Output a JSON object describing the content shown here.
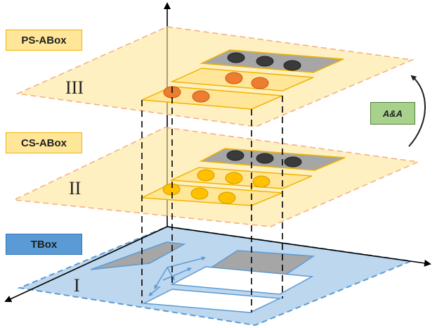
{
  "layers": {
    "ps_abox": {
      "label": "PS-ABox",
      "roman": "III"
    },
    "cs_abox": {
      "label": "CS-ABox",
      "roman": "II"
    },
    "tbox": {
      "label": "TBox",
      "roman": "I"
    }
  },
  "transition": {
    "label": "A&A"
  },
  "colors": {
    "abox_plane": "#ffe699",
    "abox_border": "#f4b183",
    "tbox_plane": "#bdd7ee",
    "tbox_border": "#5b9bd5",
    "ps_dots": "#ed7d31",
    "cs_dots": "#ffc000",
    "dark_dots": "#3a3a3a",
    "gray_strip": "#a6a6a6",
    "aa_box": "#a9d18e"
  }
}
